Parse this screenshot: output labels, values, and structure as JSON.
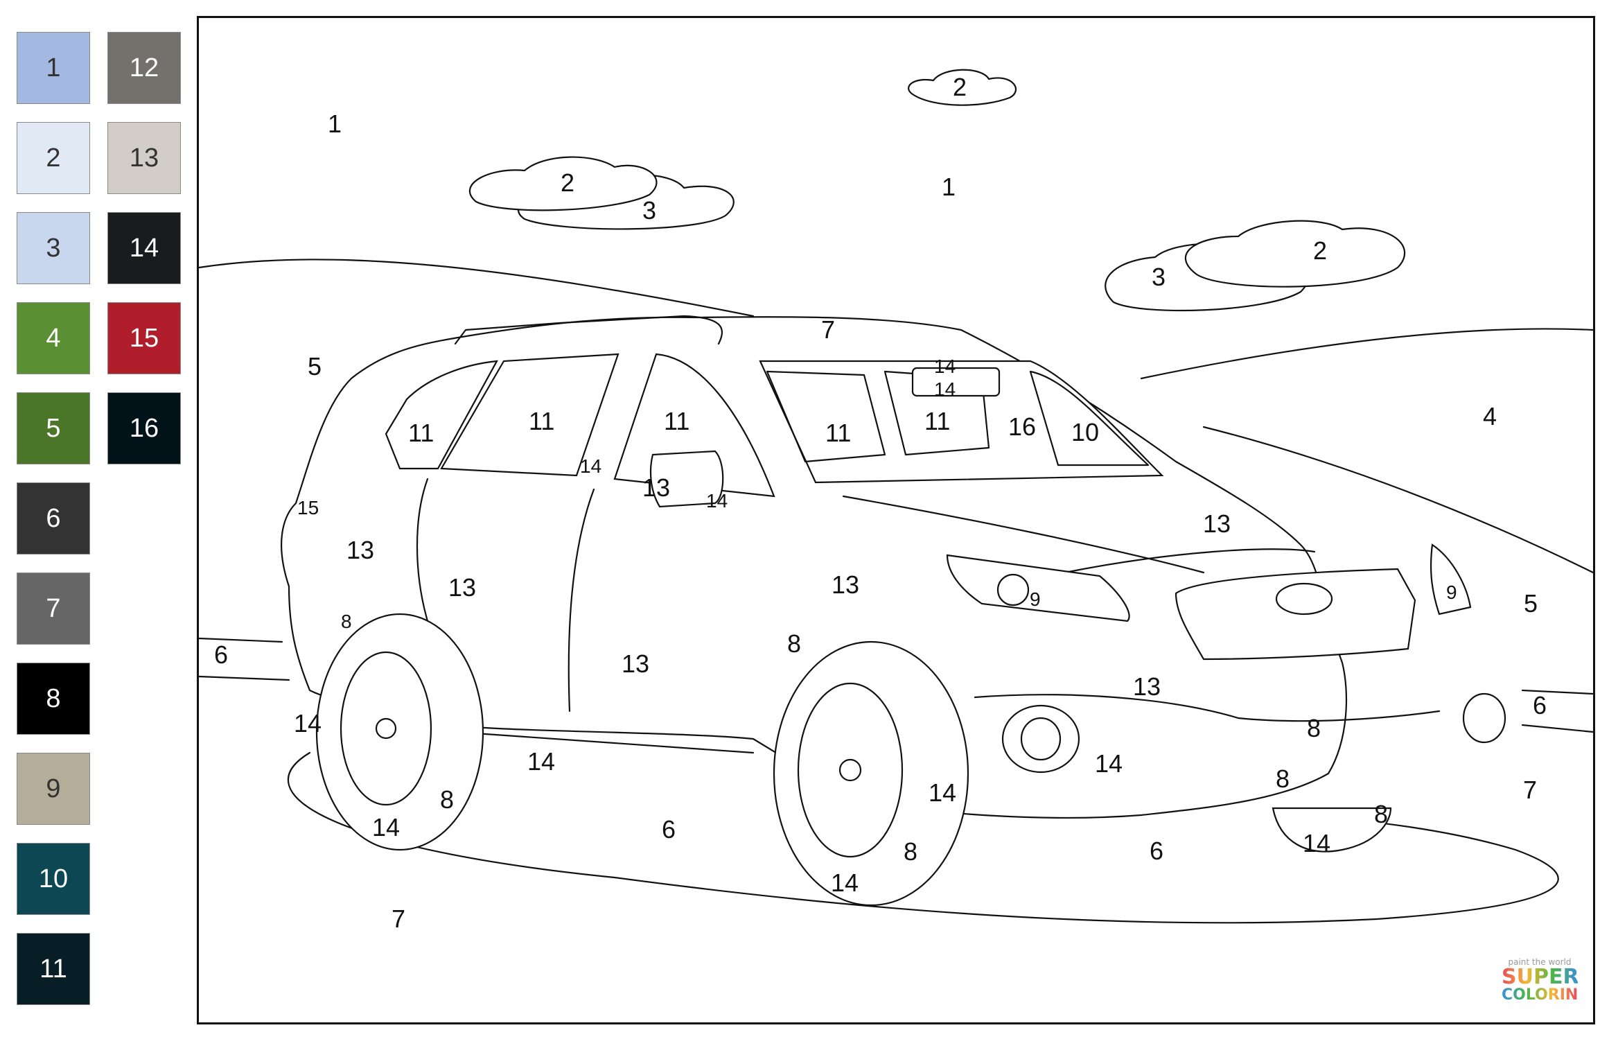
{
  "palette": [
    {
      "number": "1",
      "color": "#a4b9e1",
      "text_color": "#333333"
    },
    {
      "number": "2",
      "color": "#e1e9f5",
      "text_color": "#333333"
    },
    {
      "number": "3",
      "color": "#c9d7ee",
      "text_color": "#333333"
    },
    {
      "number": "4",
      "color": "#5a8f33",
      "text_color": "#ffffff"
    },
    {
      "number": "5",
      "color": "#4b7628",
      "text_color": "#ffffff"
    },
    {
      "number": "6",
      "color": "#333333",
      "text_color": "#ffffff"
    },
    {
      "number": "7",
      "color": "#666666",
      "text_color": "#ffffff"
    },
    {
      "number": "8",
      "color": "#000000",
      "text_color": "#ffffff"
    },
    {
      "number": "9",
      "color": "#b3ad9a",
      "text_color": "#333333"
    },
    {
      "number": "10",
      "color": "#0d4753",
      "text_color": "#ffffff"
    },
    {
      "number": "11",
      "color": "#081e27",
      "text_color": "#ffffff"
    },
    {
      "number": "12",
      "color": "#72716c",
      "text_color": "#ffffff"
    },
    {
      "number": "13",
      "color": "#d2cec7",
      "text_color": "#333333"
    },
    {
      "number": "14",
      "color": "#1a1b1d",
      "text_color": "#ffffff"
    },
    {
      "number": "15",
      "color": "#b01e2c",
      "text_color": "#ffffff"
    },
    {
      "number": "16",
      "color": "#021219",
      "text_color": "#ffffff"
    }
  ],
  "regions": [
    {
      "n": "1"
    },
    {
      "n": "1"
    },
    {
      "n": "2"
    },
    {
      "n": "2"
    },
    {
      "n": "2"
    },
    {
      "n": "3"
    },
    {
      "n": "3"
    },
    {
      "n": "4"
    },
    {
      "n": "5"
    },
    {
      "n": "5"
    },
    {
      "n": "6"
    },
    {
      "n": "6"
    },
    {
      "n": "6"
    },
    {
      "n": "6"
    },
    {
      "n": "7"
    },
    {
      "n": "7"
    },
    {
      "n": "7"
    },
    {
      "n": "8"
    },
    {
      "n": "8"
    },
    {
      "n": "8"
    },
    {
      "n": "8"
    },
    {
      "n": "8"
    },
    {
      "n": "8"
    },
    {
      "n": "8"
    },
    {
      "n": "9"
    },
    {
      "n": "9"
    },
    {
      "n": "10"
    },
    {
      "n": "11"
    },
    {
      "n": "11"
    },
    {
      "n": "11"
    },
    {
      "n": "11"
    },
    {
      "n": "11"
    },
    {
      "n": "13"
    },
    {
      "n": "13"
    },
    {
      "n": "13"
    },
    {
      "n": "13"
    },
    {
      "n": "13"
    },
    {
      "n": "13"
    },
    {
      "n": "13"
    },
    {
      "n": "13"
    },
    {
      "n": "14"
    },
    {
      "n": "14"
    },
    {
      "n": "14"
    },
    {
      "n": "14"
    },
    {
      "n": "14"
    },
    {
      "n": "14"
    },
    {
      "n": "14"
    },
    {
      "n": "14"
    },
    {
      "n": "14"
    },
    {
      "n": "14"
    },
    {
      "n": "14"
    },
    {
      "n": "15"
    },
    {
      "n": "16"
    }
  ],
  "logo": {
    "tagline": "paint the world",
    "line1": "SUPER",
    "line2": "COLORING"
  }
}
